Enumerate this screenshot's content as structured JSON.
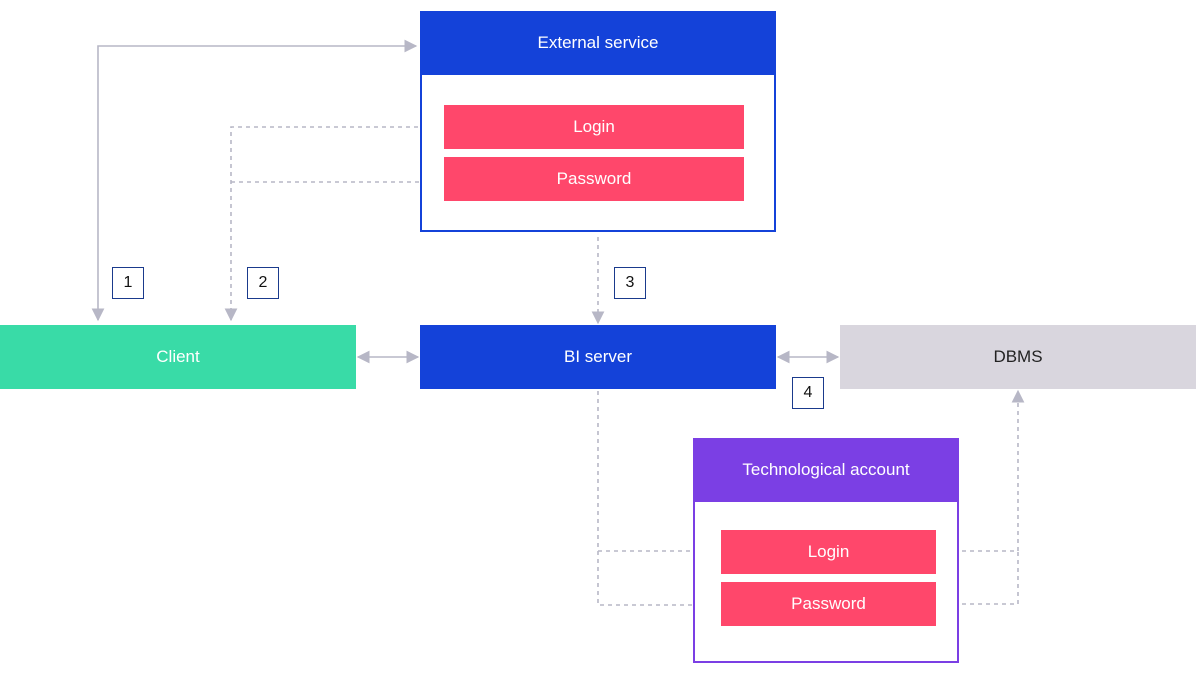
{
  "external_service": {
    "title": "External service",
    "login_label": "Login",
    "password_label": "Password"
  },
  "client": {
    "label": "Client"
  },
  "bi_server": {
    "label": "BI server"
  },
  "dbms": {
    "label": "DBMS"
  },
  "technological_account": {
    "title": "Technological account",
    "login_label": "Login",
    "password_label": "Password"
  },
  "step_markers": [
    "1",
    "2",
    "3",
    "4"
  ],
  "colors": {
    "blue": "#1442d9",
    "purple": "#7b3fe4",
    "pink": "#ff476b",
    "green": "#39dba7",
    "gray": "#d9d6de",
    "connector": "#b7b7c6"
  }
}
